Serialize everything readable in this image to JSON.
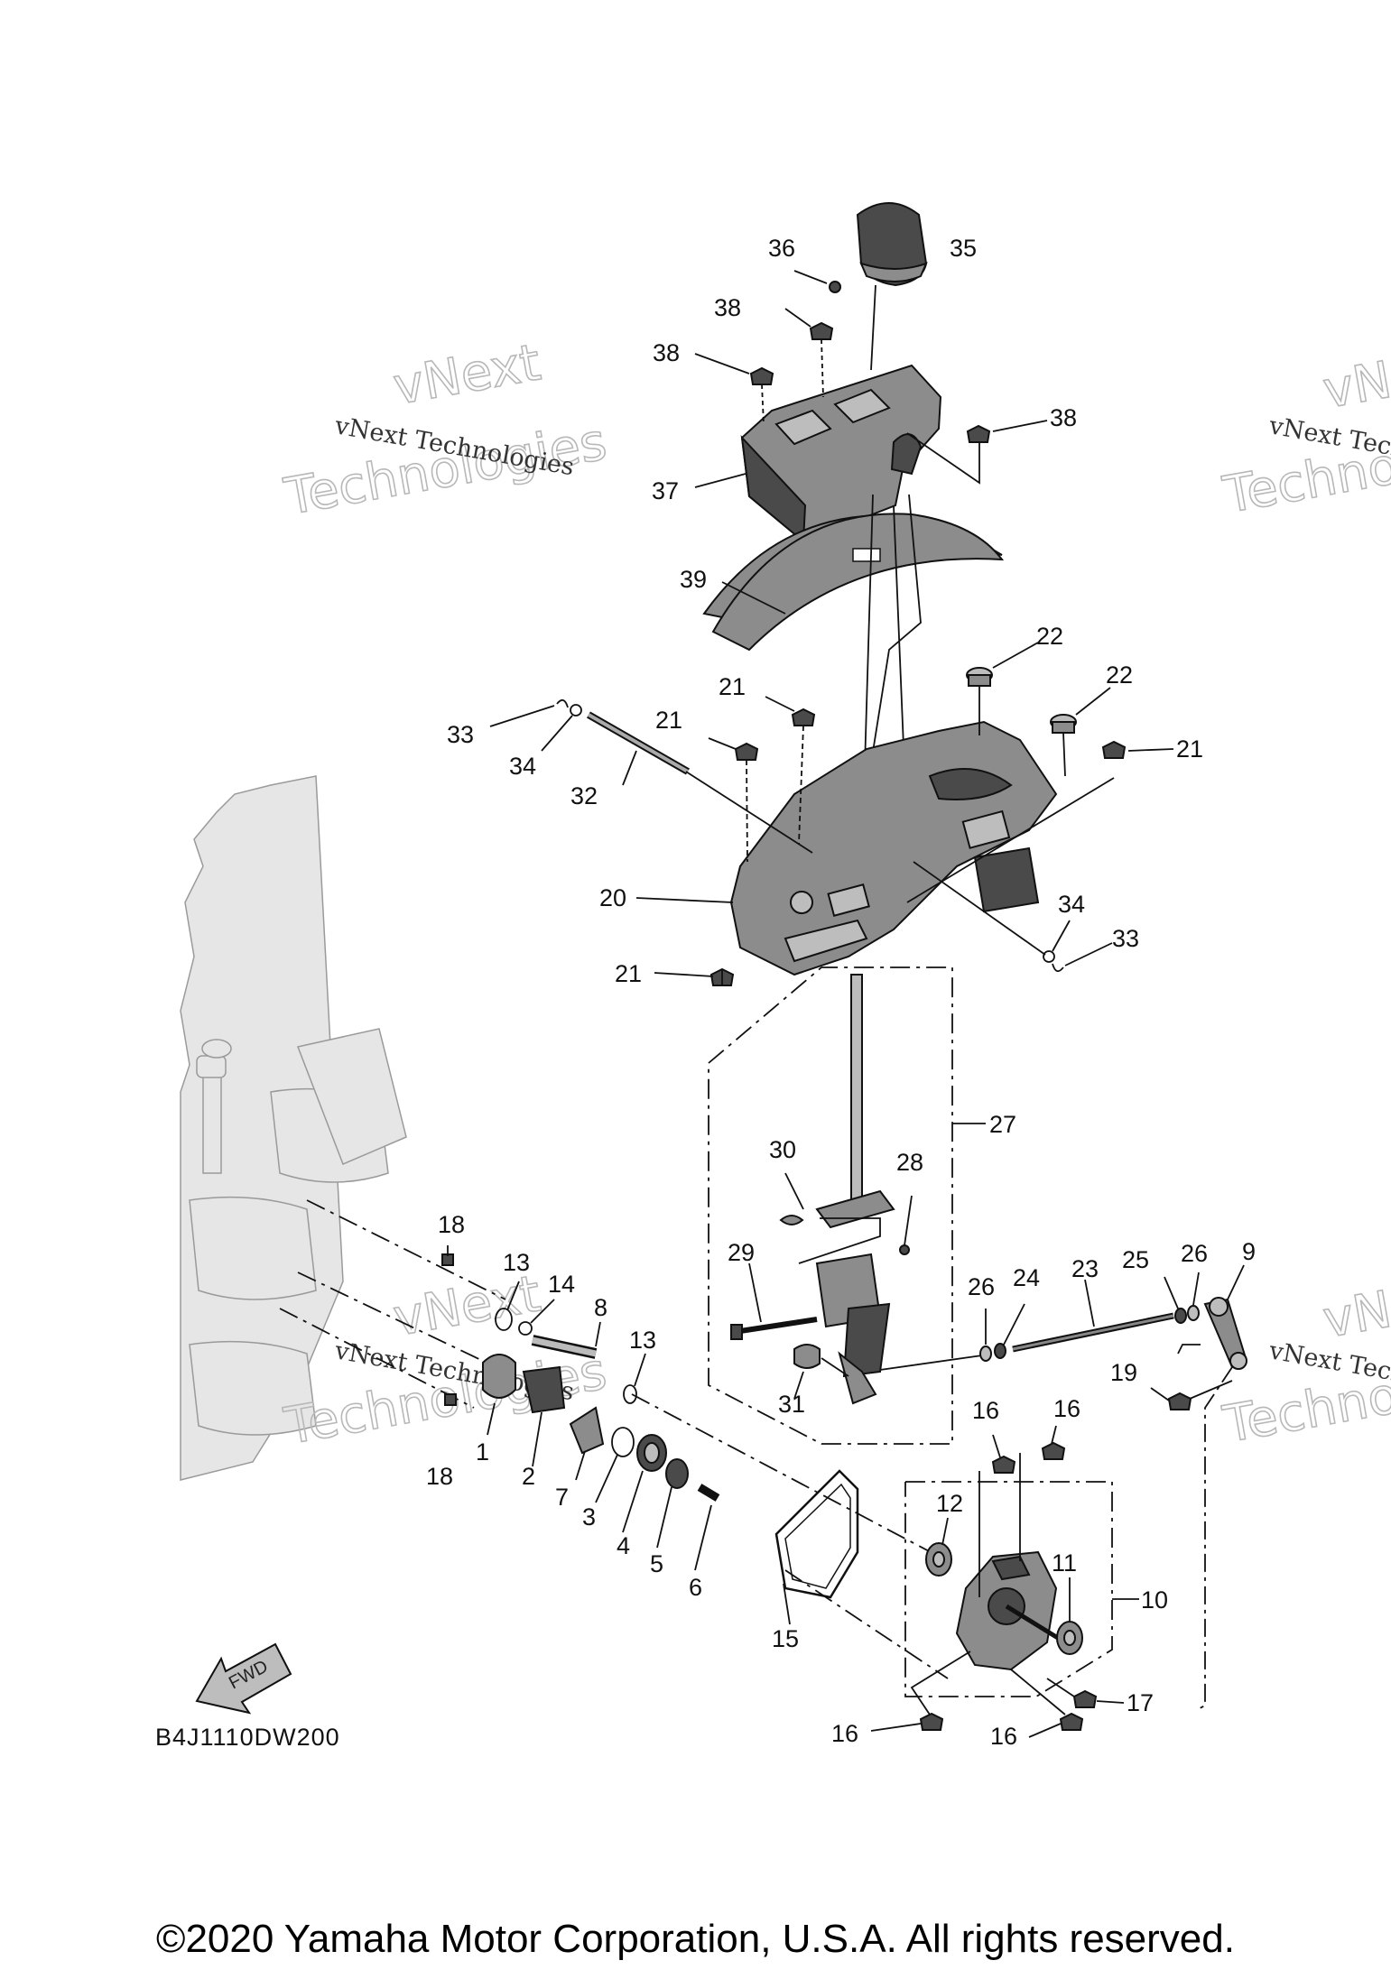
{
  "diagram_code": "B4J1110DW200",
  "fwd_label": "FWD",
  "watermark": {
    "line1": "vNext Technologies",
    "line2a": "vNext",
    "line2b": "Technologies"
  },
  "footer": "©2020 Yamaha Motor Corporation, U.S.A. All rights reserved.",
  "callouts": {
    "c1": "1",
    "c2": "2",
    "c3": "3",
    "c4": "4",
    "c5": "5",
    "c6": "6",
    "c7": "7",
    "c8": "8",
    "c9": "9",
    "c10": "10",
    "c11": "11",
    "c12": "12",
    "c13a": "13",
    "c13b": "13",
    "c14": "14",
    "c15": "15",
    "c16a": "16",
    "c16b": "16",
    "c16c": "16",
    "c16d": "16",
    "c17": "17",
    "c18a": "18",
    "c18b": "18",
    "c19": "19",
    "c20": "20",
    "c21a": "21",
    "c21b": "21",
    "c21c": "21",
    "c21d": "21",
    "c22a": "22",
    "c22b": "22",
    "c23": "23",
    "c24": "24",
    "c25": "25",
    "c26a": "26",
    "c26b": "26",
    "c27": "27",
    "c28": "28",
    "c29": "29",
    "c30": "30",
    "c31": "31",
    "c32": "32",
    "c33a": "33",
    "c33b": "33",
    "c34a": "34",
    "c34b": "34",
    "c35": "35",
    "c36": "36",
    "c37": "37",
    "c38a": "38",
    "c38b": "38",
    "c38c": "38",
    "c39": "39"
  }
}
